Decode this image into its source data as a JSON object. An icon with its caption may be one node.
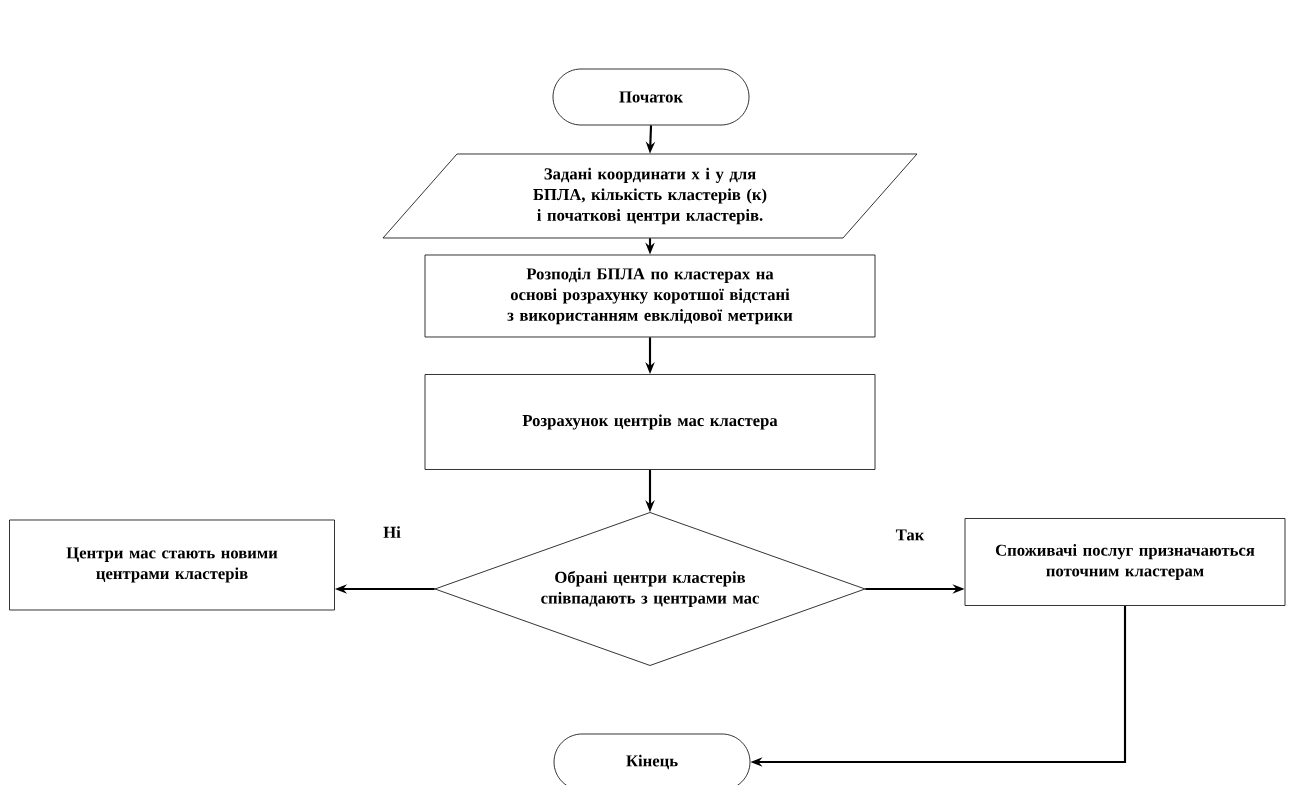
{
  "diagram": {
    "nodes": [
      {
        "text": [
          "Початок"
        ]
      },
      {
        "text": [
          "Задані координати x і у для БПЛА, кількість кластерів (к) і початкові центри кластерів."
        ]
      },
      {
        "text": [
          "Розподіл БПЛА по кластерах на основі розрахунку коротшої відстані з використанням евклідової метрики"
        ]
      },
      {
        "text": [
          "Розрахунок центрів мас кластера"
        ]
      },
      {
        "text": [
          "Обрані центри кластерів співпадають з центрами мас"
        ]
      },
      {
        "text": [
          "Центри мас стають новими центрами кластерів"
        ]
      },
      {
        "text": [
          "Споживачі послуг призначаються поточним кластерам"
        ]
      },
      {
        "text": [
          "Кінець"
        ]
      }
    ],
    "edges": [
      {
        "from": 0,
        "to": 1,
        "arrow": "to"
      },
      {
        "from": 1,
        "to": 2,
        "arrow": "to"
      },
      {
        "from": 2,
        "to": 3,
        "arrow": "to"
      },
      {
        "from": 3,
        "to": 4,
        "arrow": "to"
      },
      {
        "from": 4,
        "to": 5,
        "arrow": "to",
        "label": "Ні"
      },
      {
        "from": 4,
        "to": 6,
        "arrow": "to",
        "label": "Так"
      },
      {
        "from": 6,
        "to": 7,
        "arrow": "to"
      }
    ]
  }
}
